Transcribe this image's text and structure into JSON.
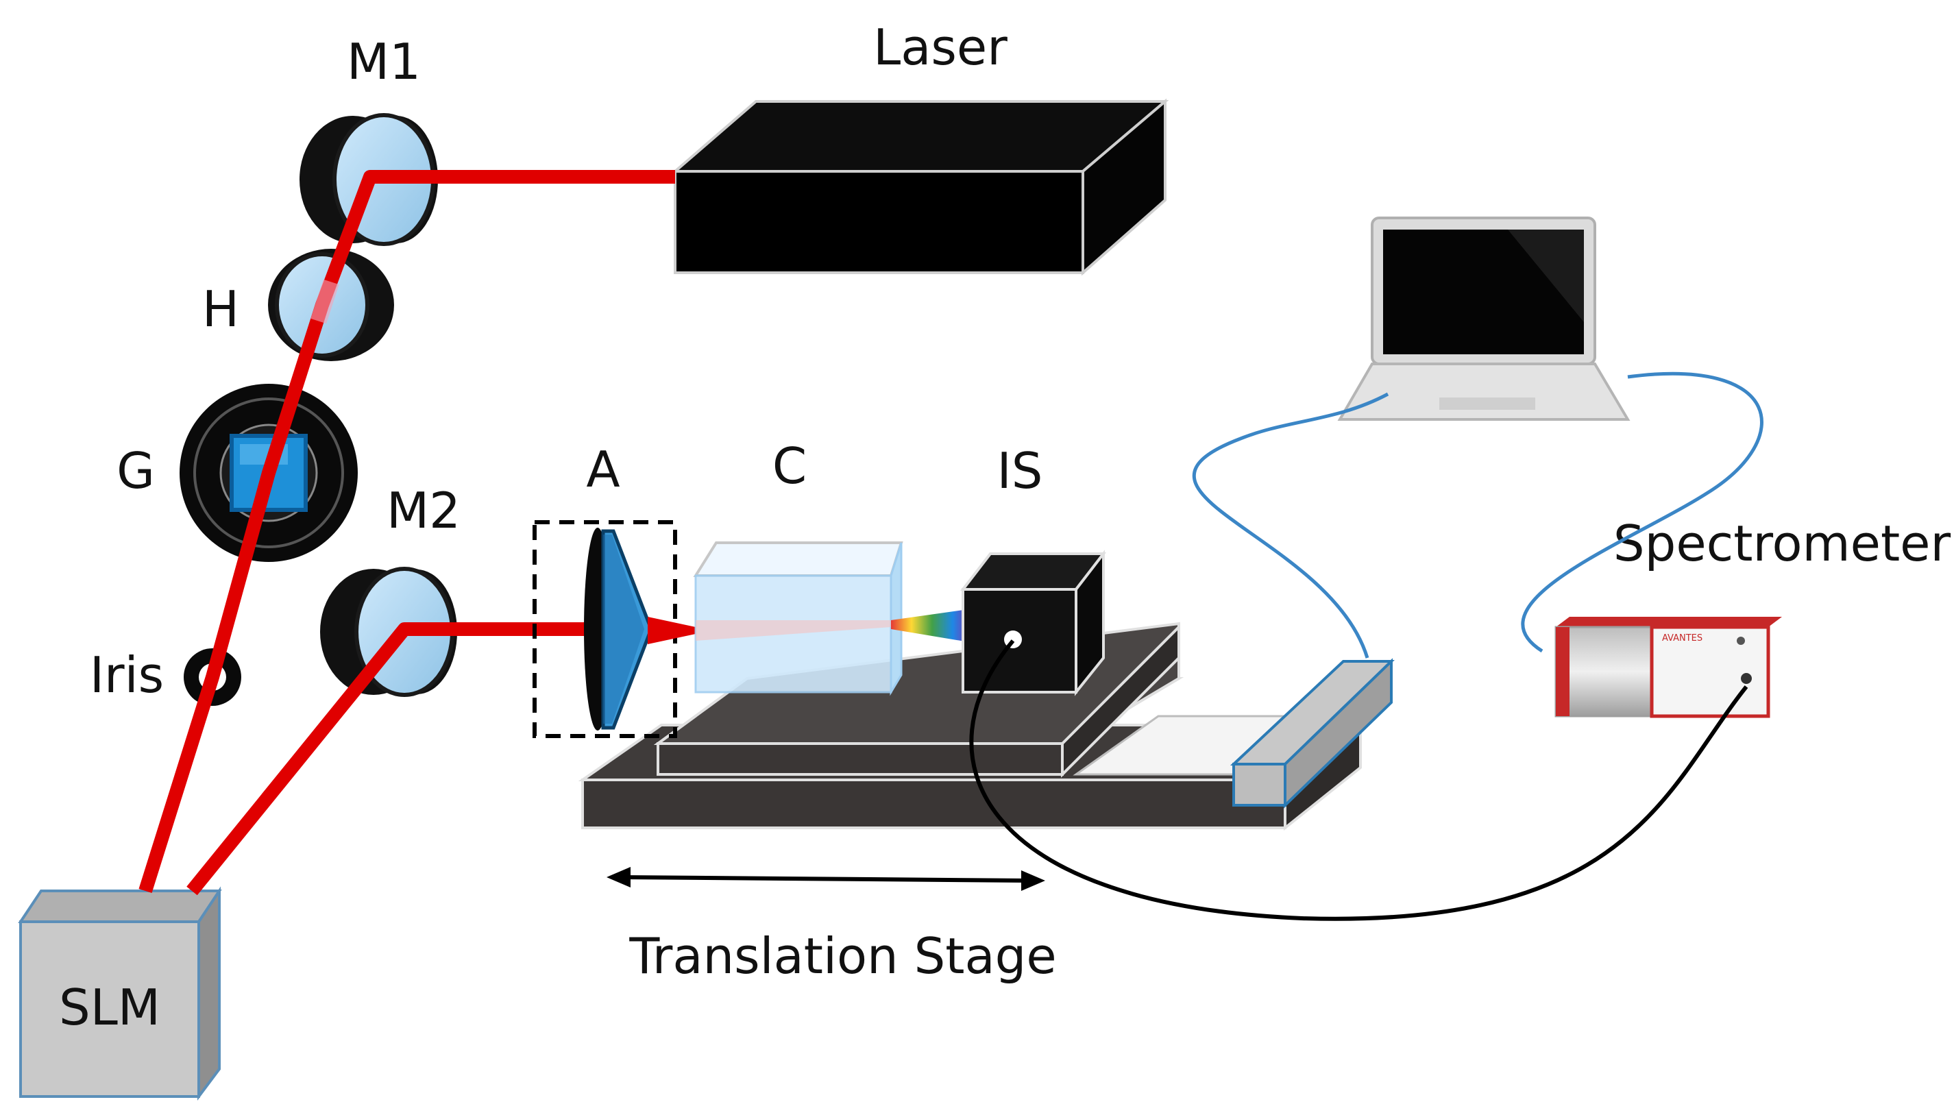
{
  "labels": {
    "laser": "Laser",
    "m1": "M1",
    "h": "H",
    "g": "G",
    "m2": "M2",
    "iris": "Iris",
    "slm": "SLM",
    "a": "A",
    "c": "C",
    "is": "IS",
    "spectrometer": "Spectrometer",
    "translation_stage": "Translation Stage",
    "spectrometer_brand": "AVANTES"
  },
  "colors": {
    "beam": "#e00000",
    "optic_glass": "#a9d3ee",
    "optic_edge": "#2b7bb5",
    "holder": "#111111",
    "stage_dark": "#4a4645",
    "cable_blue": "#3b86c6",
    "cable_black": "#000000",
    "slm_face": "#c9c9c9",
    "cuvette": "#cfe8fb",
    "spectrometer_red": "#c62828"
  }
}
